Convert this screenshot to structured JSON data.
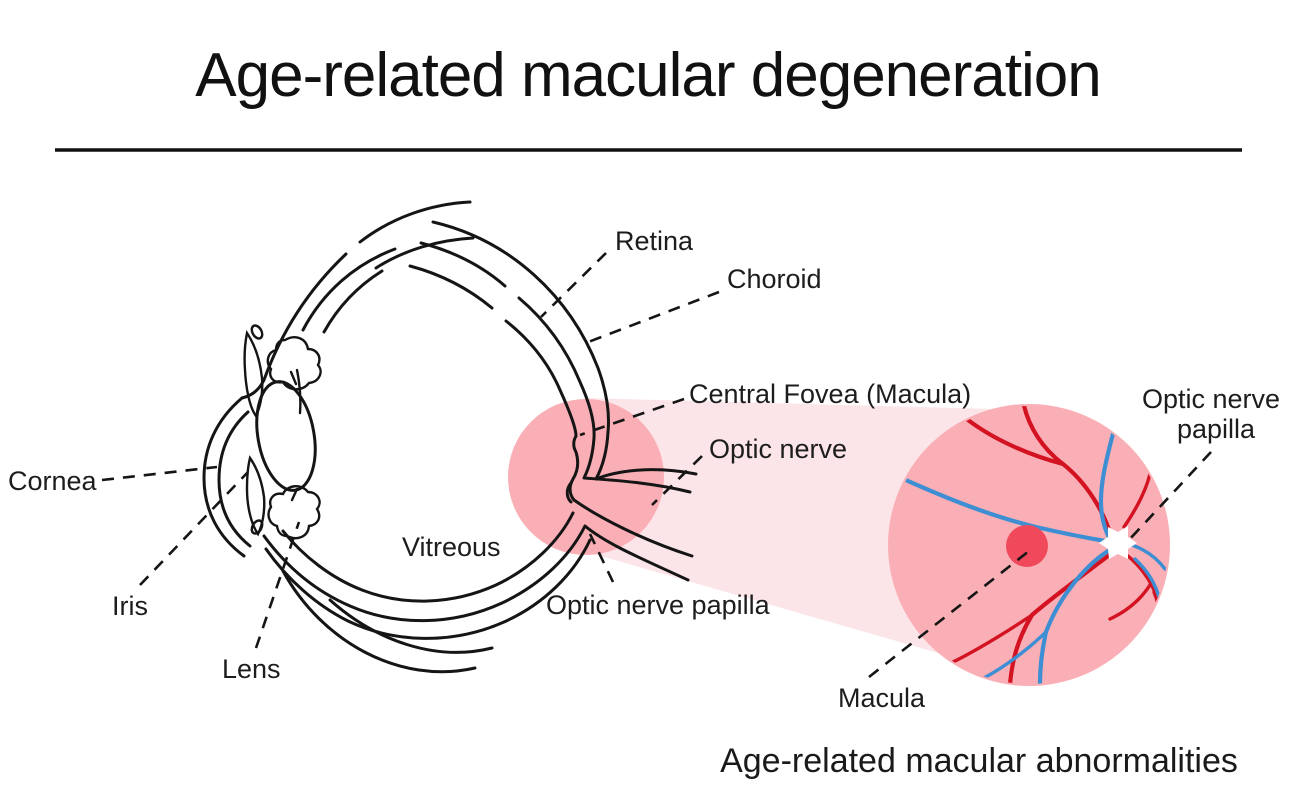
{
  "title": "Age-related macular degeneration",
  "eye_diagram": {
    "labels": {
      "retina": "Retina",
      "choroid": "Choroid",
      "central_fovea": "Central Fovea (Macula)",
      "optic_nerve": "Optic nerve",
      "cornea": "Cornea",
      "iris": "Iris",
      "lens": "Lens",
      "vitreous": "Vitreous",
      "optic_nerve_papilla": "Optic nerve papilla"
    }
  },
  "fundus_diagram": {
    "labels": {
      "optic_nerve_papilla_line1": "Optic nerve",
      "optic_nerve_papilla_line2": "papilla",
      "macula": "Macula"
    },
    "caption": "Age-related macular abnormalities"
  },
  "colors": {
    "ink": "#151515",
    "pink_highlight": "#f9afb5",
    "pink_beam": "#fce5e8",
    "macula_red": "#f0495b",
    "artery_red": "#d31322",
    "vein_blue": "#3e8ed4"
  }
}
